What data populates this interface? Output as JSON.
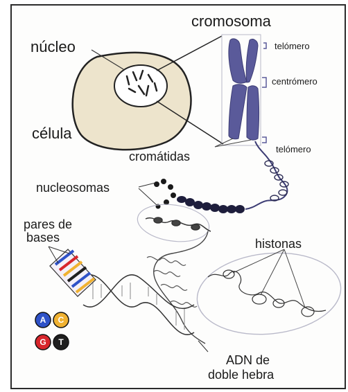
{
  "labels": {
    "nucleus": "núcleo",
    "cell": "célula",
    "chromosome": "cromosoma",
    "telomere_top": "telómero",
    "centromere": "centrómero",
    "telomere_bottom": "telómero",
    "chromatids": "cromátidas",
    "nucleosomes": "nucleosomas",
    "base_pairs_line1": "pares de",
    "base_pairs_line2": "bases",
    "histones": "histonas",
    "dna_line1": "ADN de",
    "dna_line2": "doble hebra"
  },
  "bases": [
    {
      "letter": "A",
      "color": "#2f52c8"
    },
    {
      "letter": "C",
      "color": "#f0b232"
    },
    {
      "letter": "G",
      "color": "#d8262c"
    },
    {
      "letter": "T",
      "color": "#1f1f1f"
    }
  ],
  "colors": {
    "cell_fill": "#ede4cc",
    "chromosome": "#5a5a9a",
    "outline": "#222222"
  }
}
